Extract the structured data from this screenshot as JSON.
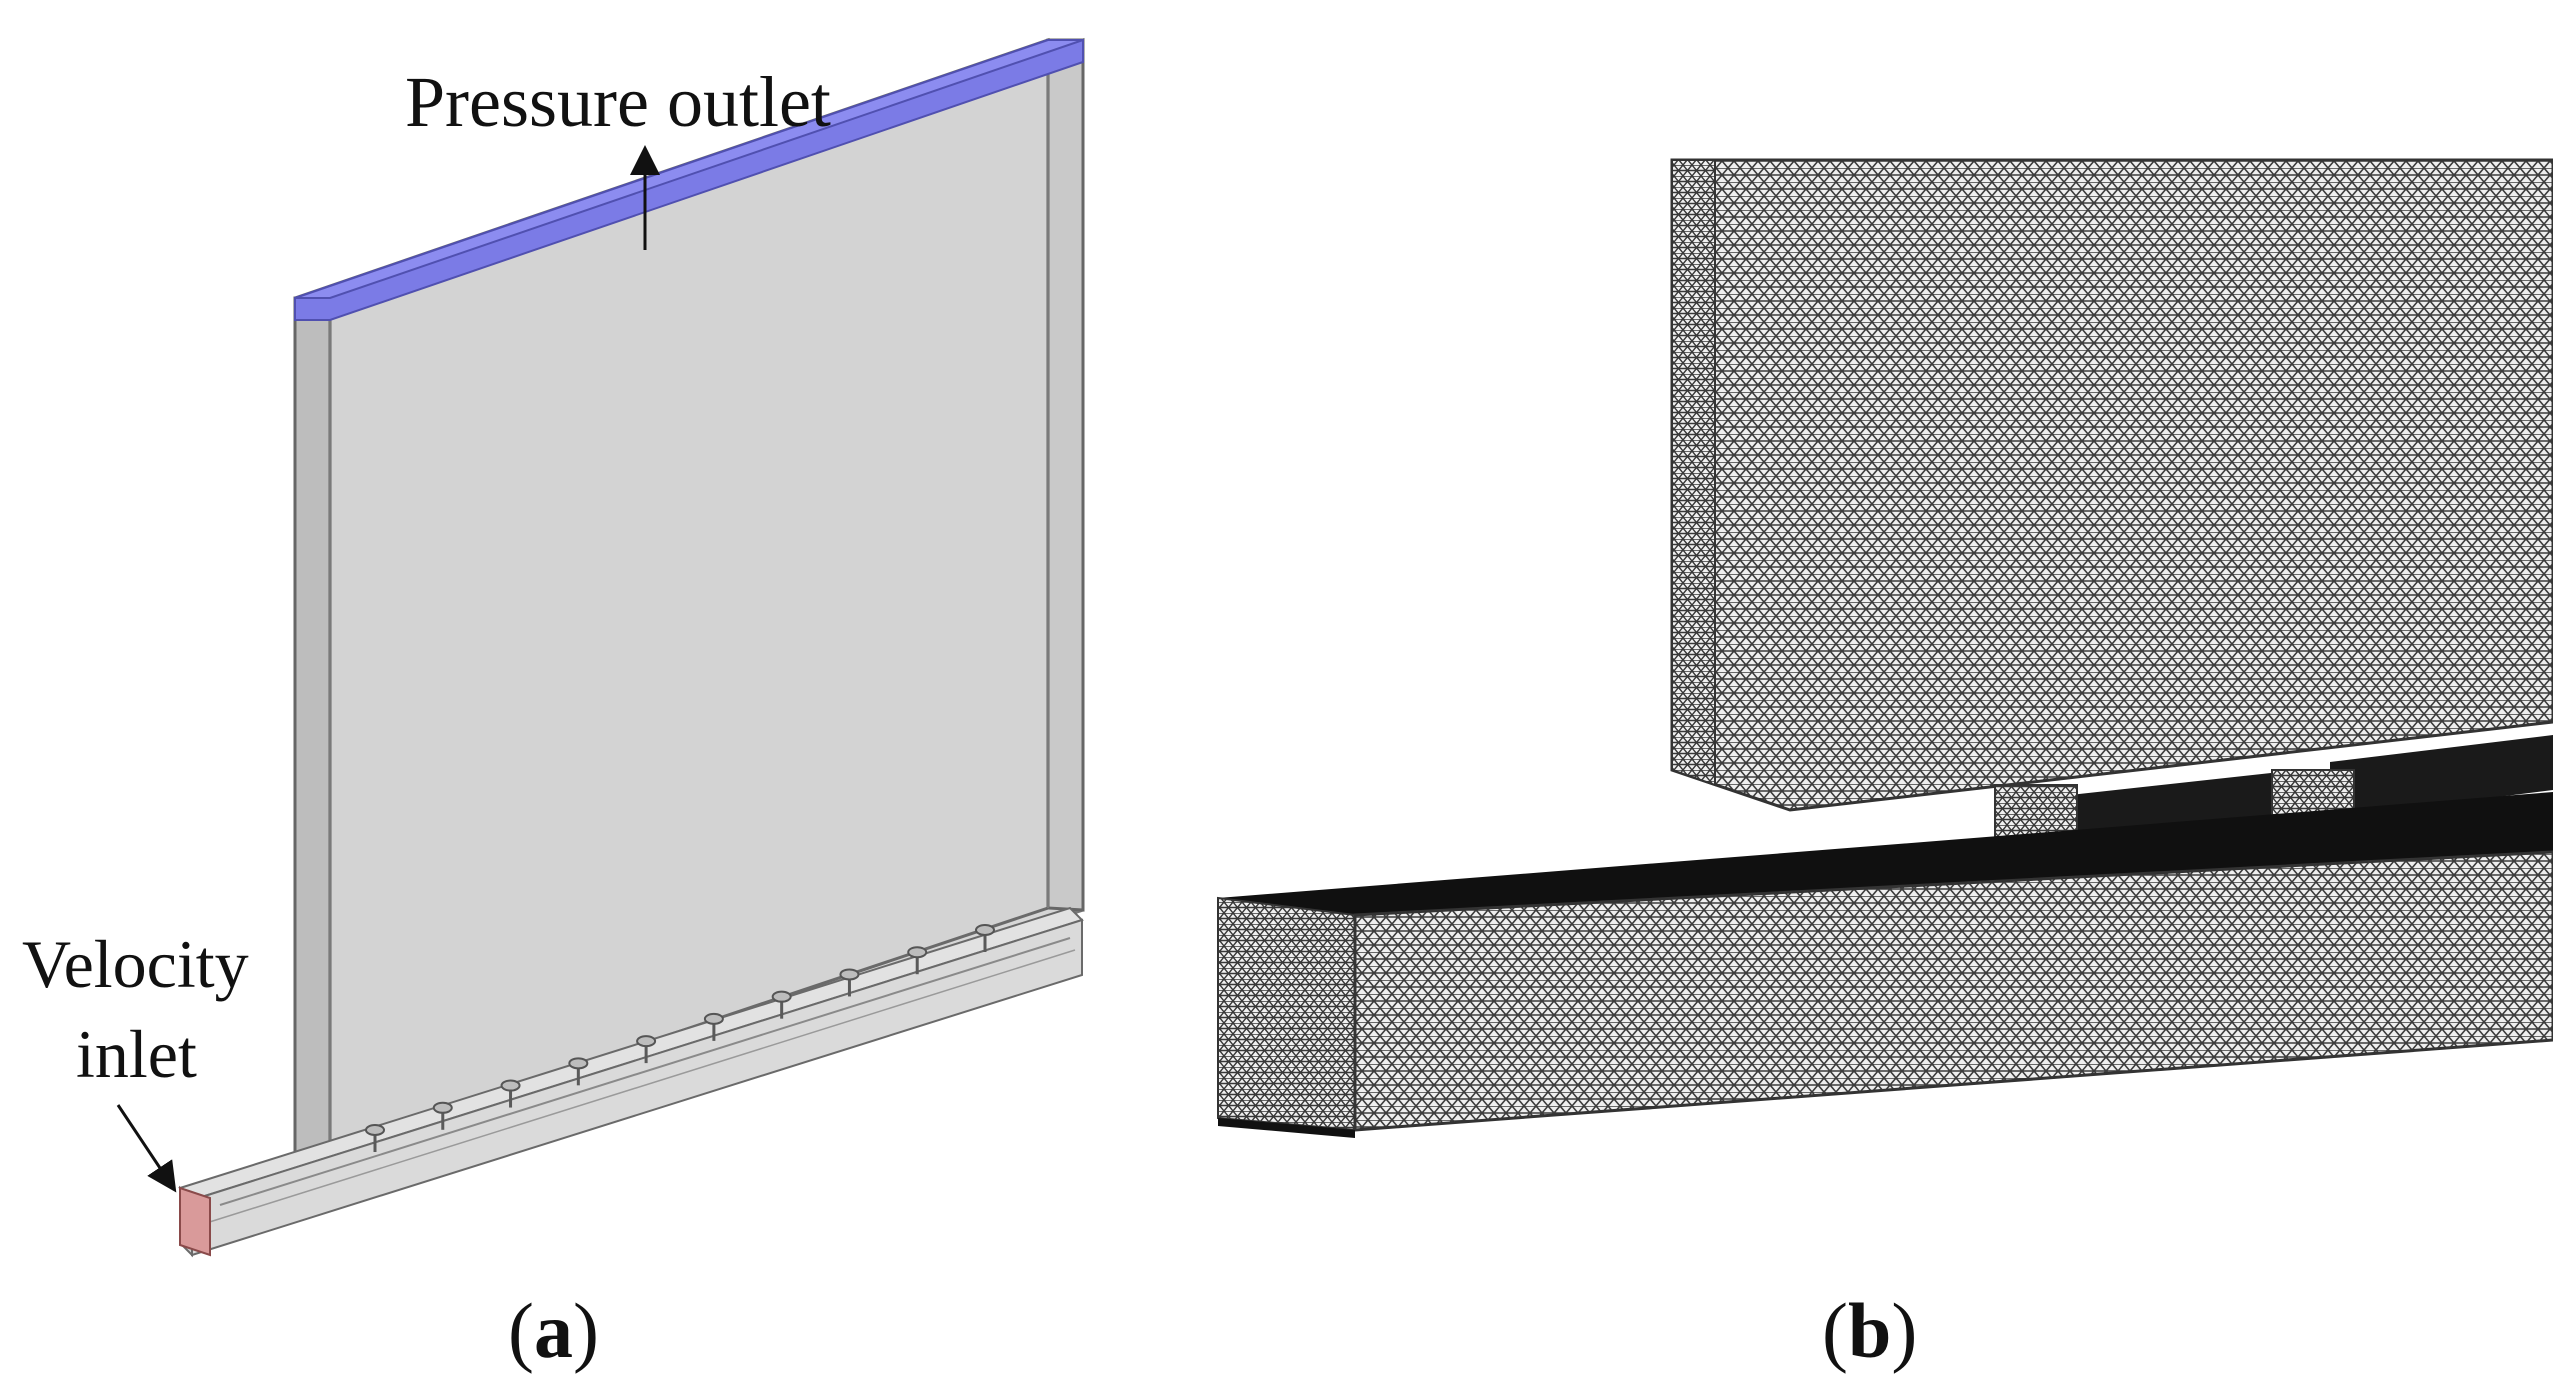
{
  "panel_a": {
    "outlet_label": "Pressure outlet",
    "inlet_label_line1": "Velocity",
    "inlet_label_line2": "inlet",
    "caption_open": "(",
    "caption_letter": "a",
    "caption_close": ")"
  },
  "panel_b": {
    "caption_open": "(",
    "caption_letter": "b",
    "caption_close": ")"
  },
  "colors": {
    "domain_fill": "#d3d3d3",
    "domain_edge": "#6e6e6e",
    "outlet_face": "#7b7be6",
    "inlet_face": "#d99a9a",
    "mesh_dark": "#4a4a4a",
    "mesh_light": "#e8e8e8",
    "background": "#ffffff"
  },
  "panel_a_geometry": {
    "nozzle_count": 10
  }
}
